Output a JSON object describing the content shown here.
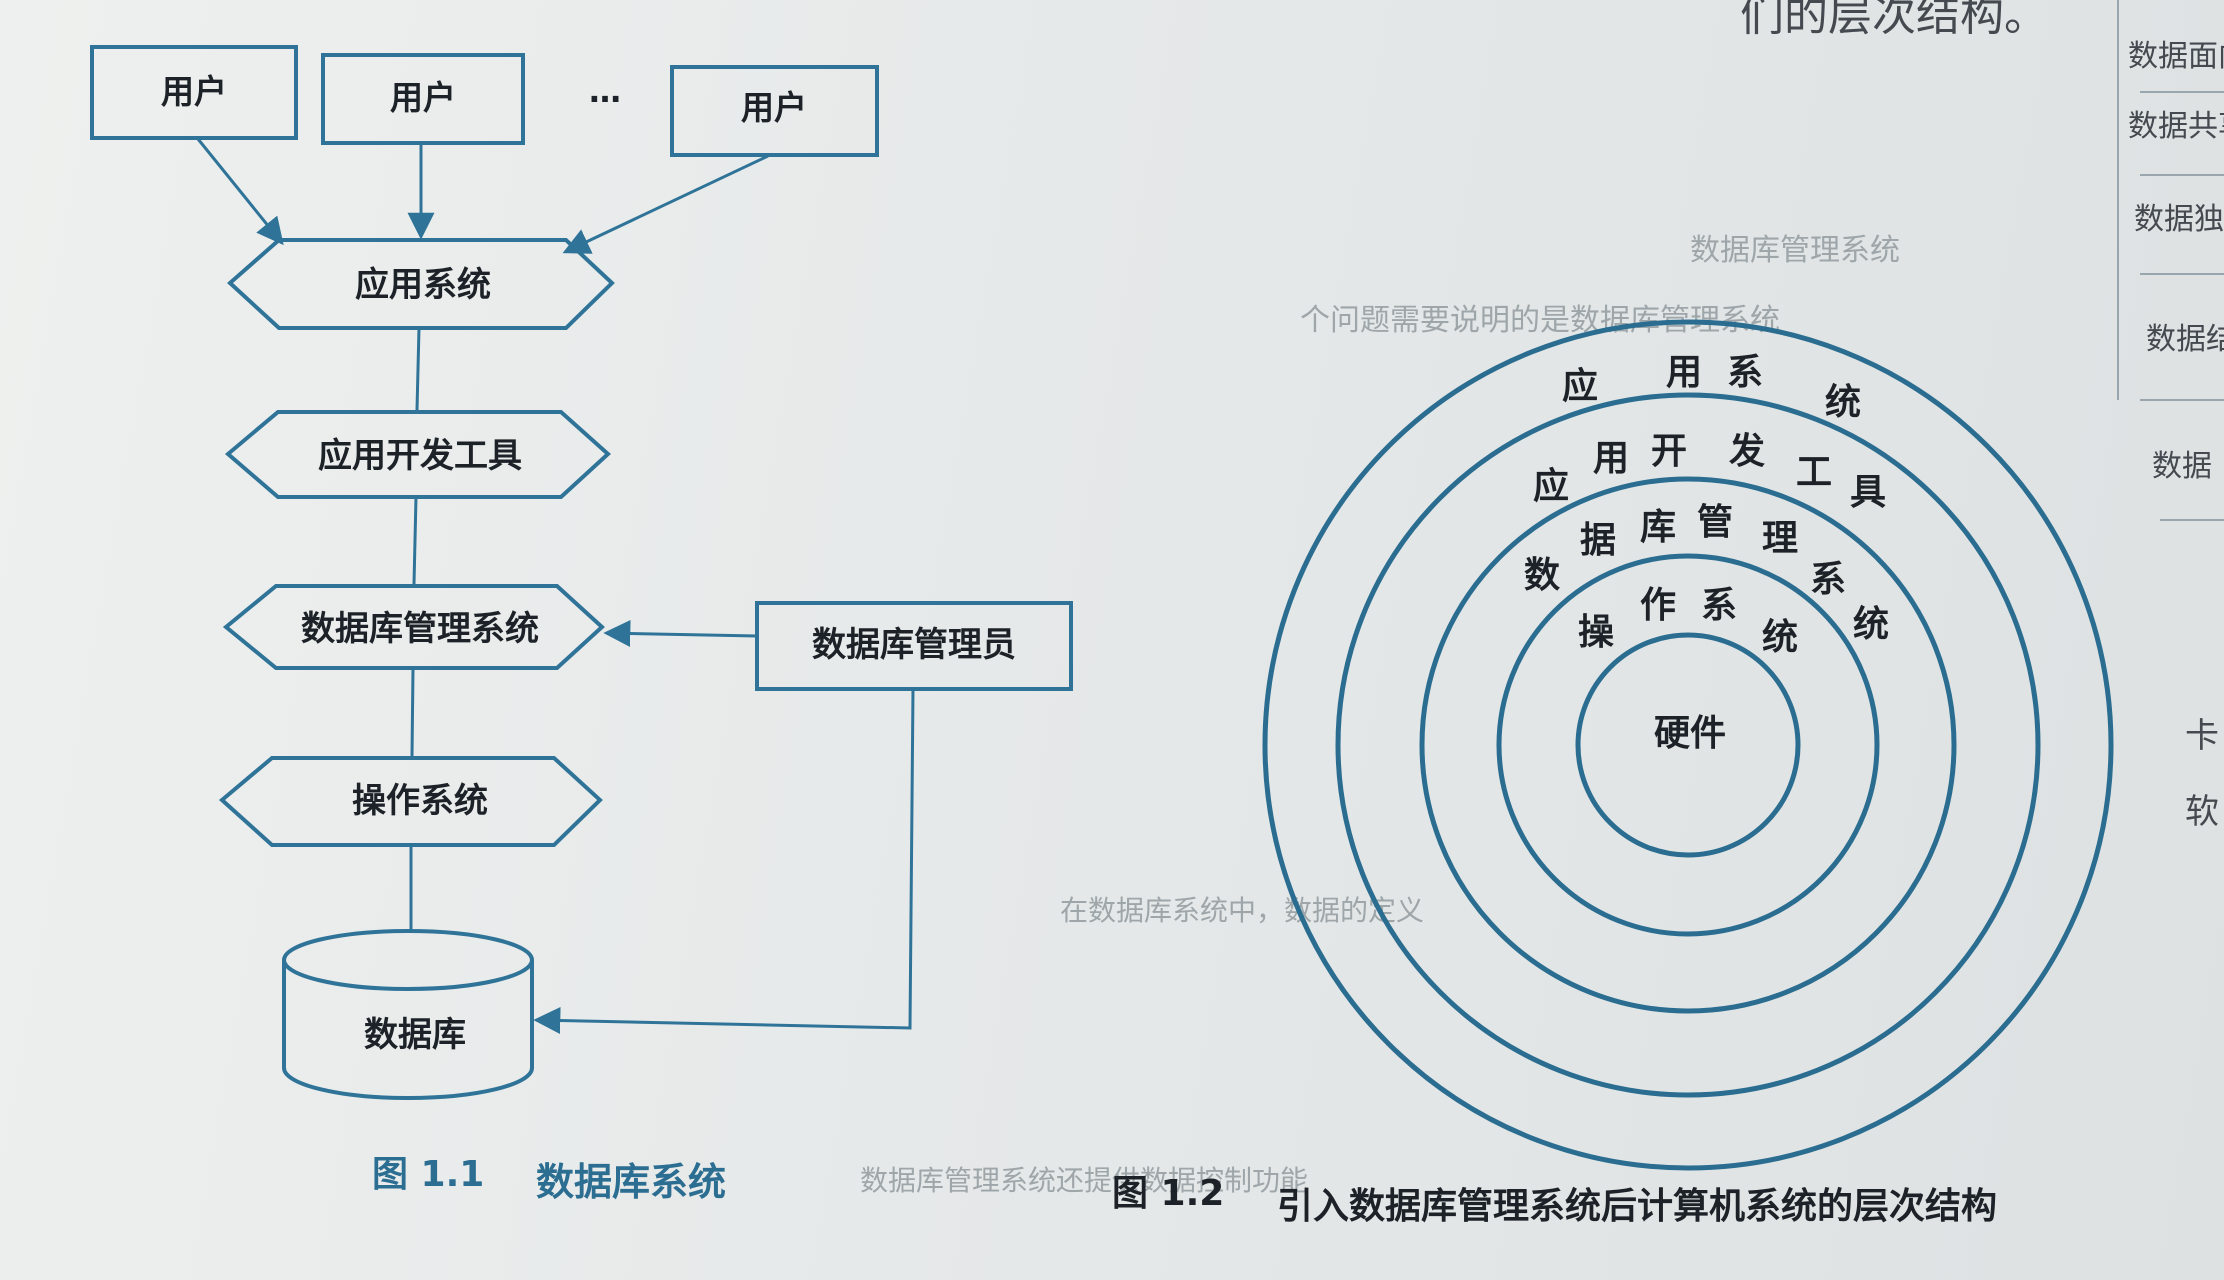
{
  "fig1": {
    "users": [
      "用户",
      "用户",
      "用户"
    ],
    "ellipsis": "…",
    "app_system": "应用系统",
    "dev_tools": "应用开发工具",
    "dbms": "数据库管理系统",
    "os": "操作系统",
    "database": "数据库",
    "dba": "数据库管理员",
    "caption_num": "图 1.1",
    "caption_text": "数据库系统"
  },
  "fig2": {
    "rings": {
      "r1": "应用系统",
      "r2": "应用开发工具",
      "r3": "数据库管理系统",
      "r4": "操作系统",
      "core": "硬件"
    },
    "caption_num": "图 1.2",
    "caption_text": "引入数据库管理系统后计算机系统的层次结构"
  },
  "page_fragments": {
    "top_right_text": "们的层次结构。",
    "side_items": [
      "数据面向",
      "数据共享",
      "数据独",
      "数据结",
      "数据"
    ],
    "side_chars": [
      "卡",
      "软"
    ]
  },
  "colors": {
    "diagram_stroke": "#2f7498",
    "caption": "#2c6e92",
    "label": "#1c2227"
  }
}
